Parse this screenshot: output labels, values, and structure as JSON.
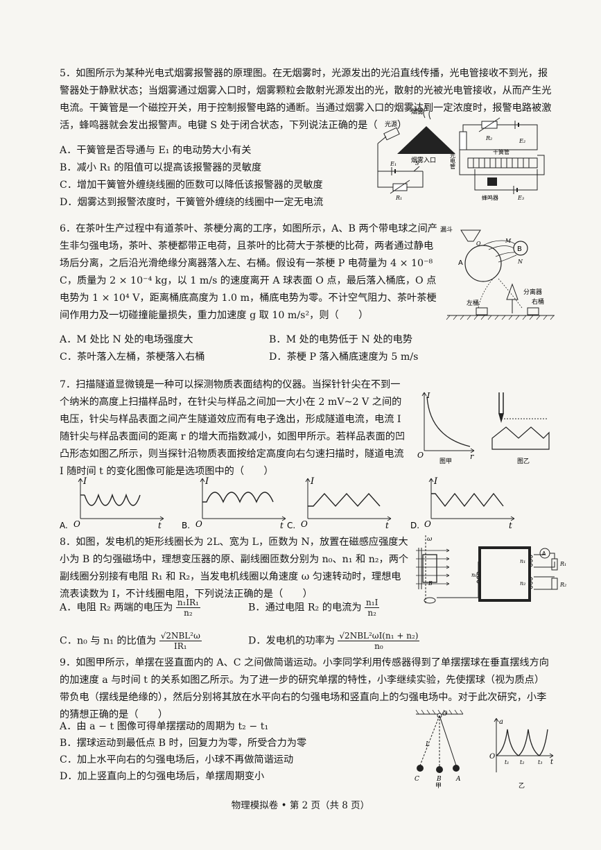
{
  "q5": {
    "stem": "5．如图所示为某种光电式烟雾报警器的原理图。在无烟雾时，光源发出的光沿直线传播，光电管接收不到光，报警器处于静默状态；当烟雾通过烟雾入口时，烟雾颗粒会散射光源发出的光，散射的光被光电管接收，从而产生光电流。干簧管是一个磁控开关，用于控制报警电路的通断。当通过烟雾入口的烟雾达到一定浓度时，报警电路被激活，蜂鸣器就会发出报警声。电键 S 处于闭合状态，下列说法正确的是（　　）",
    "options": [
      "A．干簧管是否导通与 E₁ 的电动势大小有关",
      "B．减小 R₁ 的阻值可以提高该报警器的灵敏度",
      "C．增加干簧管外缠绕线圈的匝数可以降低该报警器的灵敏度",
      "D．烟雾达到报警浓度时，干簧管外缠绕的线圈中一定无电流"
    ],
    "figure_labels": {
      "smoke": "烟雾",
      "light_source": "光源",
      "smoke_inlet": "烟雾入口",
      "phototube": "光电管",
      "reed": "干簧管",
      "buzzer": "蜂鸣器",
      "E1": "E₁",
      "E2": "E₂",
      "E3": "E₃",
      "R1": "R₁",
      "R2": "R₂",
      "S": "S"
    }
  },
  "q6": {
    "stem": "6．在茶叶生产过程中有道茶叶、茶梗分离的工序，如图所示，A、B 两个带电球之间产生非匀强电场，茶叶、茶梗都带正电荷，且茶叶的比荷大于茶梗的比荷，两者通过静电场后分离，之后沿光滑绝缘分离器落入左、右桶。假设有一茶梗 P 电荷量为 4 × 10⁻⁸ C，质量为 2 × 10⁻⁴ kg，以 1 m/s 的速度离开 A 球表面 O 点，最后落入桶底，O 点电势为 1 × 10⁴ V，距离桶底高度为 1.0 m，桶底电势为零。不计空气阻力、茶叶茶梗间作用力及一切碰撞能量损失，重力加速度 g 取 10 m/s²，则（　　）",
    "options": [
      "A．M 处比 N 处的电场强度大",
      "B．M 处的电势低于 N 处的电势",
      "C．茶叶落入左桶，茶梗落入右桶",
      "D．茶梗 P 落入桶底速度为 5 m/s"
    ],
    "figure_labels": {
      "funnel": "漏斗",
      "A": "A",
      "B": "B",
      "M": "M",
      "N": "N",
      "O": "O",
      "separator": "分离器",
      "left": "左桶",
      "right": "右桶"
    }
  },
  "q7": {
    "stem": "7．扫描隧道显微镜是一种可以探测物质表面结构的仪器。当探针针尖在不到一个纳米的高度上扫描样品时，在针尖与样品之间加一大小在 2 mV~2 V 之间的电压，针尖与样品表面之间产生隧道效应而有电子逸出，形成隧道电流，电流 I 随针尖与样品表面间的距离 r 的增大而指数减小，如图甲所示。若样品表面的凹凸形态如图乙所示，则当探针沿物质表面按给定高度向右匀速扫描时，隧道电流 I 随时间 t 的变化图像可能是选项图中的（　　）",
    "fig_jia": "图甲",
    "fig_yi": "图乙",
    "axis_I": "I",
    "axis_O": "O",
    "axis_r": "r",
    "axis_t": "t",
    "options": [
      "A.",
      "B.",
      "C.",
      "D."
    ]
  },
  "q8": {
    "stem": "8．如图，发电机的矩形线圈长为 2L、宽为 L，匝数为 N，放置在磁感应强度大小为 B 的匀强磁场中，理想变压器的原、副线圈匝数分别为 n₀、n₁ 和 n₂，两个副线圈分别接有电阻 R₁ 和 R₂，当发电机线圈以角速度 ω 匀速转动时，理想电流表读数为 I，不计线圈电阻，下列说法正确的是（　　）",
    "optA_pre": "A．电阻 R₂ 两端的电压为",
    "optA_num": "n₁IR₁",
    "optA_den": "n₂",
    "optB_pre": "B．通过电阻 R₂ 的电流为",
    "optB_num": "n₁I",
    "optB_den": "n₂",
    "optC_pre": "C．n₀ 与 n₁ 的比值为",
    "optC_num": "√2NBL²ω",
    "optC_den": "IR₁",
    "optD_pre": "D．发电机的功率为",
    "optD_num": "√2NBL²ωI(n₁ + n₂)",
    "optD_den": "n₀",
    "figure_labels": {
      "omega": "ω",
      "B": "B",
      "A": "A",
      "n0": "n₀",
      "n1": "n₁",
      "n2": "n₂",
      "R1": "R₁",
      "R2": "R₂"
    }
  },
  "q9": {
    "stem": "9．如图甲所示，单摆在竖直面内的 A、C 之间做简谐运动。小李同学利用传感器得到了单摆摆球在垂直摆线方向的加速度 a 与时间 t 的关系如图乙所示。为了进一步的研究单摆的特性，小李继续实验，先使摆球（视为质点）带负电（摆线是绝缘的），然后分别将其放在水平向右的匀强电场和竖直向上的匀强电场中。对于此次研究，小李的猜想正确的是（　　）",
    "options": [
      "A．由 a − t 图像可得单摆摆动的周期为 t₂ − t₁",
      "B．摆球运动到最低点 B 时，回复力为零，所受合力为零",
      "C．加上水平向右的匀强电场后，小球不再做简谐运动",
      "D．加上竖直向上的匀强电场后，单摆周期变小"
    ],
    "figure_labels": {
      "O": "O",
      "L": "L",
      "A": "A",
      "B": "B",
      "C": "C",
      "jia": "甲",
      "yi": "乙",
      "a": "a",
      "t": "t",
      "t1": "t₁",
      "t2": "t₂",
      "t3": "t₃"
    }
  },
  "footer": "物理模拟卷 • 第 2 页（共 8 页）"
}
